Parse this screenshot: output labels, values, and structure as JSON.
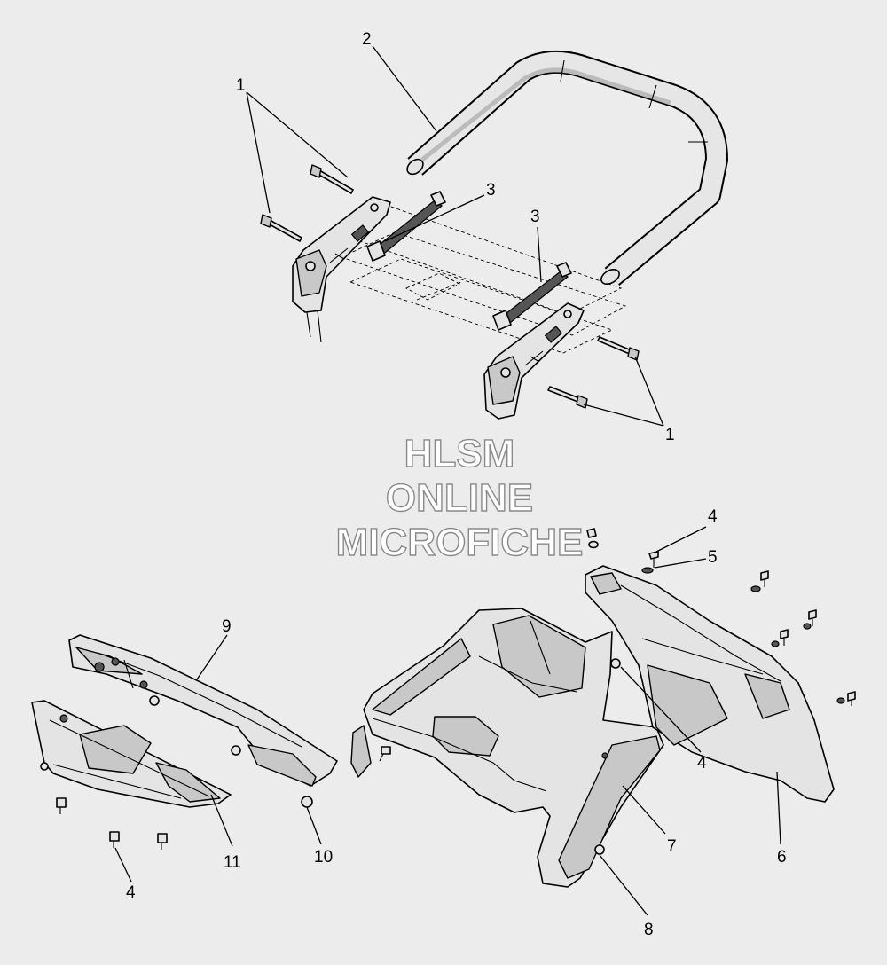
{
  "callouts": {
    "c1a": "1",
    "c1b": "1",
    "c2": "2",
    "c3a": "3",
    "c3b": "3",
    "c4a": "4",
    "c4b": "4",
    "c4c": "4",
    "c5": "5",
    "c6": "6",
    "c7": "7",
    "c8": "8",
    "c9": "9",
    "c10": "10",
    "c11": "11"
  },
  "watermark": {
    "line1": "HLSM",
    "line2": "ONLINE",
    "line3": "MICROFICHE"
  }
}
